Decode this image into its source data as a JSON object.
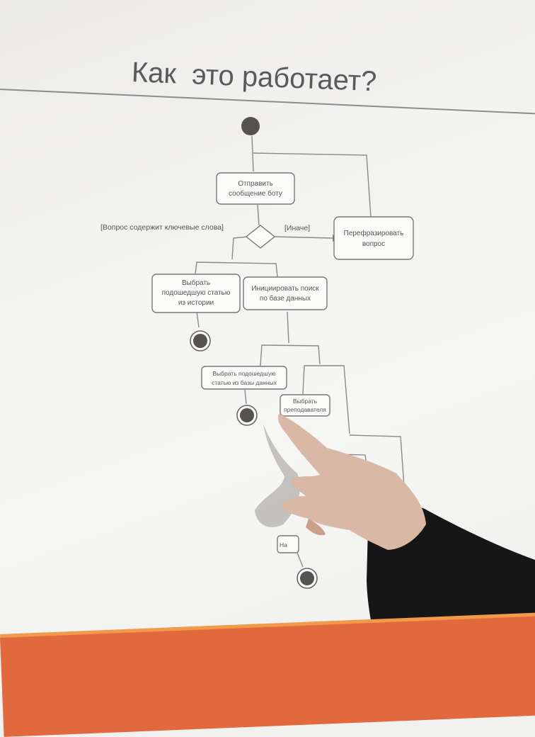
{
  "slide": {
    "title": "Как  это работает?"
  },
  "diagram": {
    "send_message": [
      "Отправить",
      "сообщение боту"
    ],
    "guard_keywords": "[Вопрос содержит ключевые слова]",
    "guard_else": "[Иначе]",
    "rephrase": [
      "Перефразировать",
      "вопрос"
    ],
    "choose_from_history": [
      "Выбрать",
      "подошедшую статью",
      "из истории"
    ],
    "search_db": [
      "Инициировать поиск",
      "по базе данных"
    ],
    "choose_from_db": [
      "Выбрать подошедшую",
      "статью из базы данных"
    ],
    "choose_teacher": [
      "Выбрать",
      "преподавателя"
    ],
    "partial_label": "На"
  },
  "colors": {
    "node_fill": "#575252",
    "accent_band": "#e2693e",
    "accent_band_light": "#f39a4a",
    "sleeve": "#161616",
    "skin": "#d9b9a6"
  }
}
